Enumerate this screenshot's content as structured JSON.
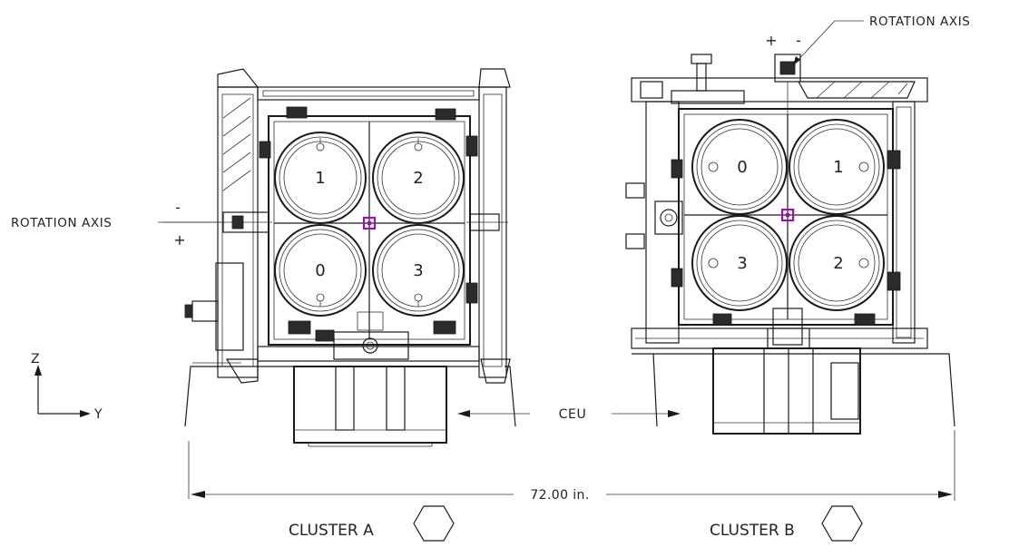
{
  "labels": {
    "rotation_axis_left": "ROTATION AXIS",
    "rotation_axis_right": "ROTATION AXIS",
    "minus": "-",
    "plus": "+",
    "z_axis": "Z",
    "y_axis": "Y",
    "ceu": "CEU",
    "dimension": "72.00 in.",
    "cluster_a": "CLUSTER A",
    "cluster_b": "CLUSTER B"
  },
  "cluster_a": {
    "numbers": [
      "1",
      "2",
      "0",
      "3"
    ]
  },
  "cluster_b": {
    "numbers": [
      "0",
      "1",
      "3",
      "2"
    ]
  },
  "colors": {
    "center_marker": "#b000c0",
    "line": "#1a1a1a"
  }
}
